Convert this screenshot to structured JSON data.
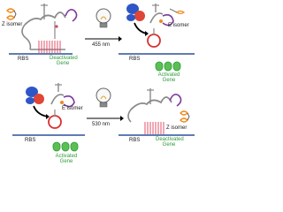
{
  "labels": {
    "z_isomer": "Z isomer",
    "e_isomer": "E isomer",
    "rbs": "RBS",
    "deactivated_gene": "Deactivated Gene",
    "activated_gene": "Activated Gene",
    "wavelength_forward": "455 nm",
    "wavelength_reverse": "530 nm"
  },
  "colors": {
    "rna": "#8a8a8a",
    "hairpin_left": "#e0405a",
    "loop_purple": "#7a3a9a",
    "ring_red": "#d83030",
    "protein_blue": "#2f56c6",
    "protein_red": "#e04535",
    "ligand_orange": "#f08a1c",
    "gene_green": "#2e9b3a",
    "gene_fill": "#5bbf52",
    "baseline_blue": "#4a6aa8",
    "text_green": "#2e9b3a",
    "arrow": "#000000"
  },
  "icons": {
    "bulb": "light-bulb-icon",
    "protein": "protein-complex-icon",
    "azobenzene": "azobenzene-icon"
  }
}
